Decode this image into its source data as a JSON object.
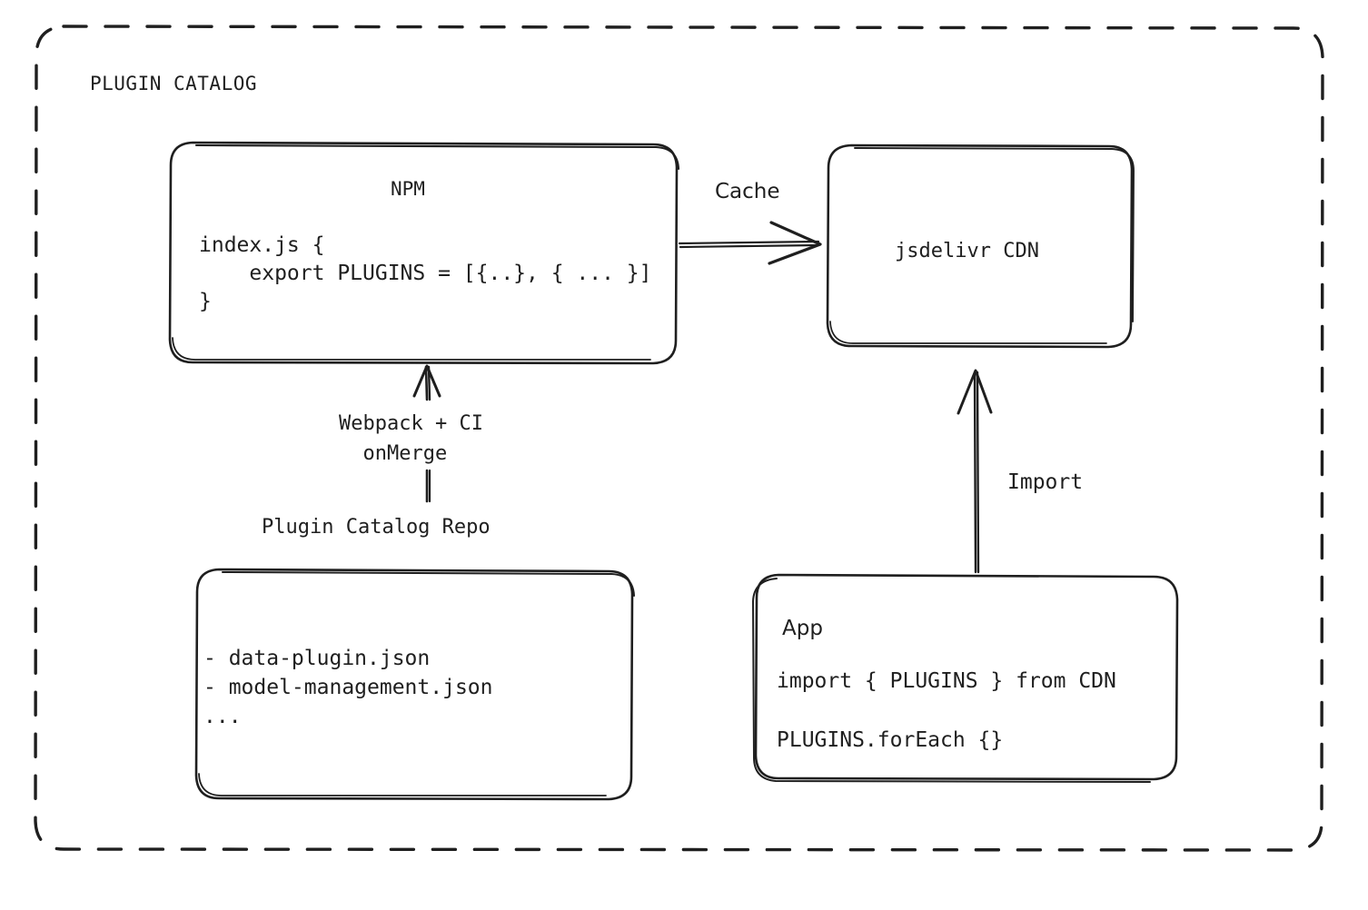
{
  "diagram": {
    "frame_label": "PLUGIN CATALOG",
    "stroke_color": "#1f1f1f",
    "background_color": "#ffffff"
  },
  "nodes": {
    "npm": {
      "title": "NPM",
      "code": "index.js {\n    export PLUGINS = [{..}, { ... }]\n}"
    },
    "cdn": {
      "title": "jsdelivr CDN"
    },
    "repo": {
      "title": "Plugin Catalog Repo",
      "code": "- data-plugin.json\n- model-management.json\n..."
    },
    "app": {
      "title": "App",
      "code_line_1": "import { PLUGINS } from CDN",
      "code_line_2": "PLUGINS.forEach {}"
    }
  },
  "edges": {
    "cache": {
      "label": "Cache",
      "from": "npm",
      "to": "cdn"
    },
    "build": {
      "label": "Webpack + CI\n  onMerge",
      "from": "repo",
      "to": "npm"
    },
    "import": {
      "label": "Import",
      "from": "app",
      "to": "cdn"
    }
  }
}
